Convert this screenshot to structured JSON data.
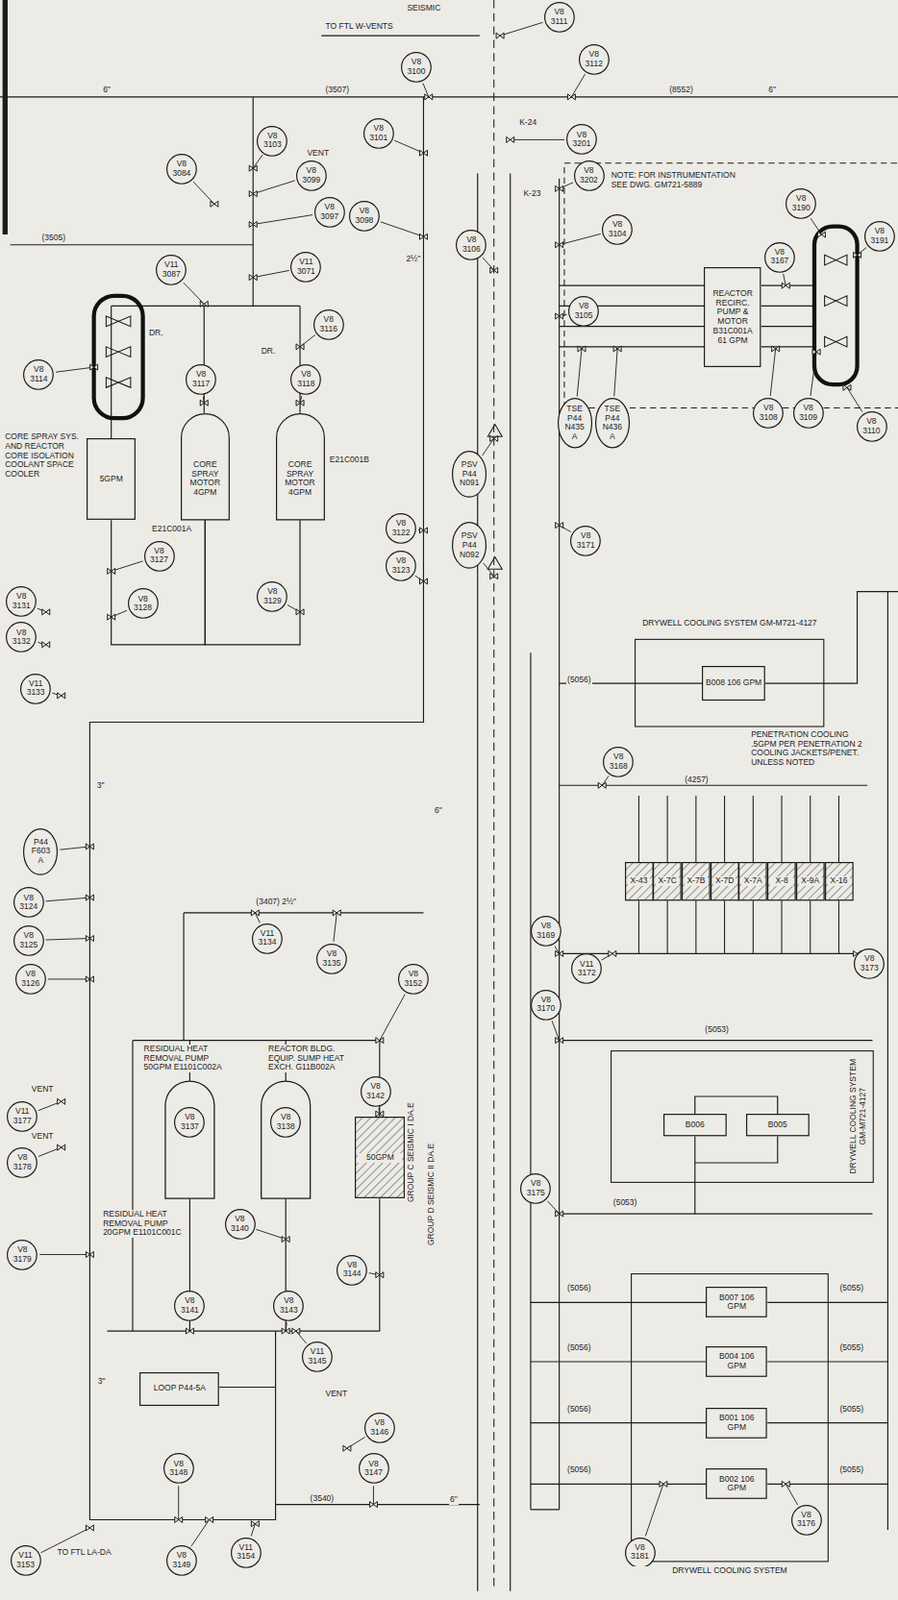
{
  "diagram": {
    "nodes": [
      {
        "text": [
          "5GPM"
        ]
      },
      {
        "text": [
          "CORE SPRAY MOTOR 4GPM"
        ]
      },
      {
        "text": [
          "CORE SPRAY MOTOR 4GPM"
        ]
      },
      {
        "text": [
          "REACTOR RECIRC. PUMP & MOTOR B31C001A",
          "61 GPM"
        ]
      },
      {
        "text": [
          "DRYWELL COOLING SYSTEM GM-M721-4127"
        ]
      },
      {
        "text": [
          "B008 106 GPM"
        ],
        "in": 4
      },
      {
        "text": [
          "X-43"
        ]
      },
      {
        "text": [
          "X-7C"
        ]
      },
      {
        "text": [
          "X-7B"
        ]
      },
      {
        "text": [
          "X-7D"
        ]
      },
      {
        "text": [
          "X-7A"
        ]
      },
      {
        "text": [
          "X-8"
        ]
      },
      {
        "text": [
          "X-9A"
        ]
      },
      {
        "text": [
          "X-16"
        ]
      },
      {
        "text": [
          "DRYWELL COOLING SYSTEM GM-M721-4127"
        ]
      },
      {
        "text": [
          "B006"
        ],
        "in": 14
      },
      {
        "text": [
          "B005"
        ],
        "in": 14
      },
      {
        "text": [
          "DRYWELL COOLING SYSTEM"
        ]
      },
      {
        "text": [
          "B007 106 GPM"
        ],
        "in": 17
      },
      {
        "text": [
          "B004 106 GPM"
        ],
        "in": 17
      },
      {
        "text": [
          "B001 106 GPM"
        ],
        "in": 17
      },
      {
        "text": [
          "B002 106 GPM"
        ],
        "in": 17
      },
      {
        "text": [
          "50GPM"
        ]
      },
      {
        "text": [
          "LOOP P44-5A"
        ]
      },
      {
        "text": [
          "V8 3100"
        ]
      },
      {
        "text": [
          "V8 3111"
        ]
      },
      {
        "text": [
          "V8 3112"
        ]
      },
      {
        "text": [
          "V8 3101"
        ]
      },
      {
        "text": [
          "V8 3103"
        ]
      },
      {
        "text": [
          "V8 3099"
        ]
      },
      {
        "text": [
          "V8 3097"
        ]
      },
      {
        "text": [
          "V8 3098"
        ]
      },
      {
        "text": [
          "V8 3084"
        ]
      },
      {
        "text": [
          "V11 3071"
        ]
      },
      {
        "text": [
          "V11 3087"
        ]
      },
      {
        "text": [
          "V8 3116"
        ]
      },
      {
        "text": [
          "V8 3114"
        ]
      },
      {
        "text": [
          "V8 3117"
        ]
      },
      {
        "text": [
          "V8 3118"
        ]
      },
      {
        "text": [
          "V8 3127"
        ]
      },
      {
        "text": [
          "V8 3128"
        ]
      },
      {
        "text": [
          "V8 3129"
        ]
      },
      {
        "text": [
          "V8 3122"
        ]
      },
      {
        "text": [
          "V8 3123"
        ]
      },
      {
        "text": [
          "V8 3201"
        ]
      },
      {
        "text": [
          "V8 3202"
        ]
      },
      {
        "text": [
          "V8 3104"
        ]
      },
      {
        "text": [
          "V8 3105"
        ]
      },
      {
        "text": [
          "V8 3106"
        ]
      },
      {
        "text": [
          "V8 3167"
        ]
      },
      {
        "text": [
          "V8 3190"
        ]
      },
      {
        "text": [
          "V8 3191"
        ]
      },
      {
        "text": [
          "V8 3108"
        ]
      },
      {
        "text": [
          "V8 3109"
        ]
      },
      {
        "text": [
          "V8 3110"
        ]
      },
      {
        "text": [
          "TSE P44 N435 A"
        ]
      },
      {
        "text": [
          "TSE P44 N436 A"
        ]
      },
      {
        "text": [
          "PSV P44 N091"
        ]
      },
      {
        "text": [
          "PSV P44 N092"
        ]
      },
      {
        "text": [
          "V8 3171"
        ]
      },
      {
        "text": [
          "V8 3168"
        ]
      },
      {
        "text": [
          "V8 3169"
        ]
      },
      {
        "text": [
          "V11 3172"
        ]
      },
      {
        "text": [
          "V8 3170"
        ]
      },
      {
        "text": [
          "V8 3173"
        ]
      },
      {
        "text": [
          "V8 3175"
        ]
      },
      {
        "text": [
          "V8 3176"
        ]
      },
      {
        "text": [
          "V8 3181"
        ]
      },
      {
        "text": [
          "V8 3131"
        ]
      },
      {
        "text": [
          "V8 3132"
        ]
      },
      {
        "text": [
          "V11 3133"
        ]
      },
      {
        "text": [
          "P44 F603 A"
        ]
      },
      {
        "text": [
          "V8 3124"
        ]
      },
      {
        "text": [
          "V8 3125"
        ]
      },
      {
        "text": [
          "V8 3126"
        ]
      },
      {
        "text": [
          "V11 3177"
        ]
      },
      {
        "text": [
          "V8 3178"
        ]
      },
      {
        "text": [
          "V8 3179"
        ]
      },
      {
        "text": [
          "V11 3134"
        ]
      },
      {
        "text": [
          "V8 3135"
        ]
      },
      {
        "text": [
          "V8 3152"
        ]
      },
      {
        "text": [
          "V8 3137"
        ]
      },
      {
        "text": [
          "V8 3138"
        ]
      },
      {
        "text": [
          "V8 3142"
        ]
      },
      {
        "text": [
          "V8 3141"
        ]
      },
      {
        "text": [
          "V8 3140"
        ]
      },
      {
        "text": [
          "V8 3143"
        ]
      },
      {
        "text": [
          "V8 3144"
        ]
      },
      {
        "text": [
          "V11 3145"
        ]
      },
      {
        "text": [
          "V8 3146"
        ]
      },
      {
        "text": [
          "V8 3147"
        ]
      },
      {
        "text": [
          "V8 3148"
        ]
      },
      {
        "text": [
          "V8 3149"
        ]
      },
      {
        "text": [
          "V11 3153"
        ]
      },
      {
        "text": [
          "V11 3154"
        ]
      }
    ],
    "edges": [
      {
        "from": 0,
        "to": 1,
        "arrow": "none"
      },
      {
        "from": 1,
        "to": 2,
        "arrow": "none"
      },
      {
        "from": 15,
        "to": 16,
        "arrow": "none"
      }
    ],
    "labels": [
      "TO FTL W-VENTS",
      "SEISMIC",
      "(3507)",
      "(8552)",
      "6\"",
      "6\"",
      "(3505)",
      "VENT",
      "DR.",
      "DR.",
      "CORE SPRAY SYS. AND REACTOR CORE ISOLATION COOLANT SPACE COOLER",
      "E21C001B",
      "E21C001A",
      "2½\"",
      "K-24",
      "K-23",
      "NOTE: FOR INSTRUMENTATION SEE DWG. GM721-5889",
      "6\"",
      "3\"",
      "(4257)",
      "(5056)",
      "PENETRATION COOLING .5GPM PER PENETRATION 2 COOLING JACKETS/PENET. UNLESS NOTED",
      "(3407) 2½\"",
      "RESIDUAL HEAT REMOVAL PUMP 50GPM E1101C002A",
      "REACTOR BLDG. EQUIP. SUMP HEAT EXCH. G11B002A",
      "RESIDUAL HEAT REMOVAL PUMP 20GPM E1101C001C",
      "GROUP C SEISMIC I DA.E",
      "GROUP D SEISMIC II DA.E",
      "VENT",
      "VENT",
      "VENT",
      "(3540)",
      "3\"",
      "6\"",
      "TO FTL LA-DA",
      "(5056)",
      "(5056)",
      "(5056)",
      "(5056)",
      "(5055)",
      "(5055)",
      "(5055)",
      "(5055)",
      "(5053)",
      "(5053)"
    ]
  }
}
